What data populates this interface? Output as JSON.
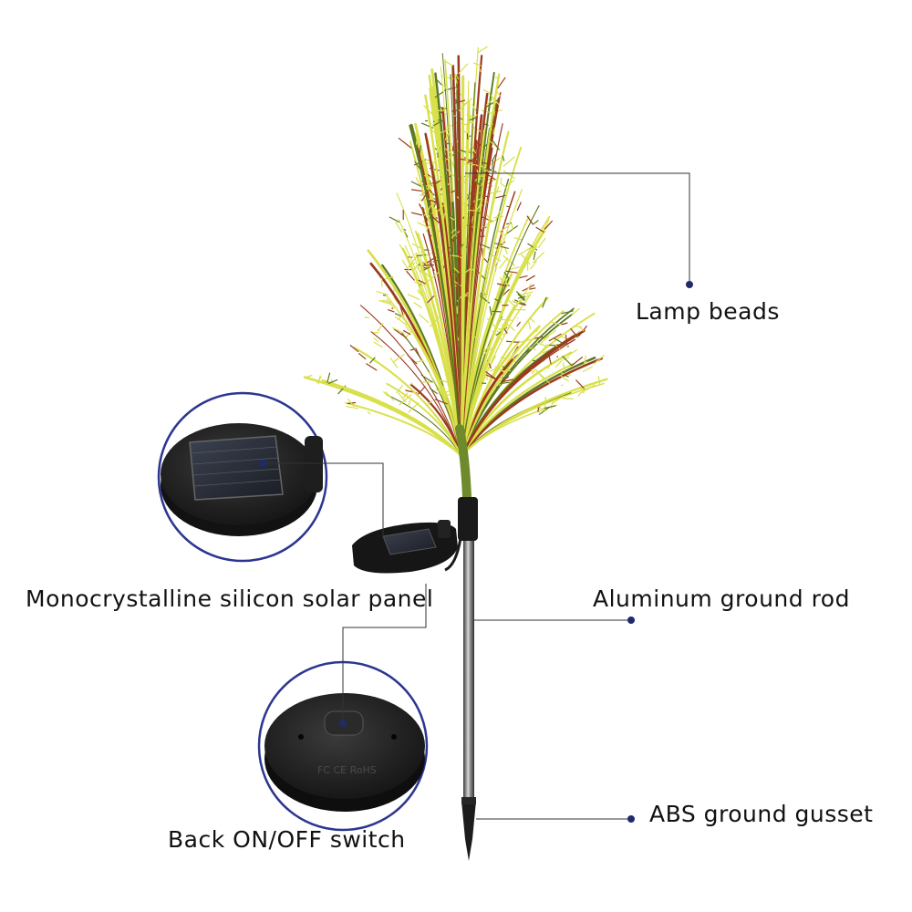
{
  "labels": {
    "lamp_beads": "Lamp beads",
    "solar_panel": "Monocrystalline silicon solar panel",
    "ground_rod": "Aluminum ground rod",
    "ground_gusset": "ABS ground gusset",
    "switch": "Back ON/OFF switch"
  },
  "icons": {
    "product": "solar-plant-stake-light-icon",
    "panel_zoom": "solar-panel-closeup-icon",
    "switch_zoom": "switch-base-closeup-icon"
  },
  "base_markings": "FC CE RoHS",
  "colors": {
    "leader_line": "#333333",
    "callout_dot": "#1f2a6b",
    "callout_ring": "#2c3690",
    "foliage_light": "#d8e04a",
    "foliage_dark": "#9c3a1e",
    "foliage_green": "#5d7a22"
  }
}
